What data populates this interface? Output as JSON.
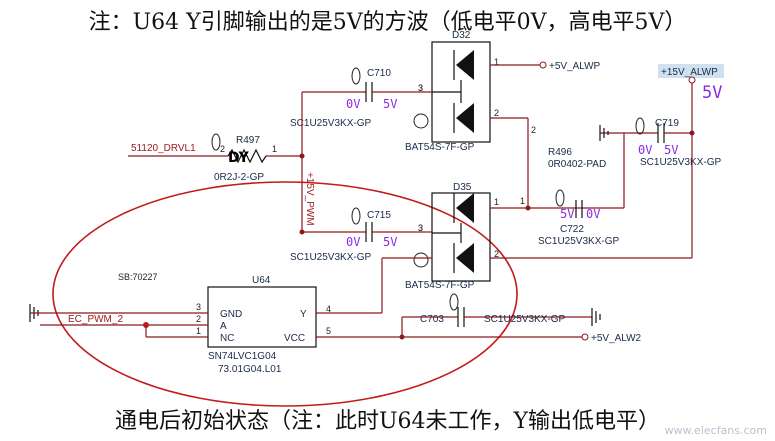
{
  "captions": {
    "top": "注：U64 Y引脚输出的是5V的方波（低电平0V，高电平5V）",
    "bottom": "通电后初始状态（注：此时U64未工作，Y输出低电平）"
  },
  "watermark": "www.elecfans.com",
  "nets": {
    "alwp": "+5V_ALWP",
    "alwp15": "+15V_ALWP",
    "drvl": "51120_DRVL1",
    "pwm15": "+15V_PWM",
    "ecpwm": "EC_PWM_2",
    "alw2": "+5V_ALW2"
  },
  "parts": {
    "d32": {
      "ref": "D32",
      "model": "BAT54S-7F-GP",
      "p1": "1",
      "p2": "2",
      "p3": "3"
    },
    "d35": {
      "ref": "D35",
      "model": "BAT54S-7F-GP",
      "p1": "1",
      "p2": "2",
      "p3": "3"
    },
    "c710": {
      "ref": "C710",
      "model": "SC1U25V3KX-GP",
      "pin": "3"
    },
    "c715": {
      "ref": "C715",
      "model": "SC1U25V3KX-GP",
      "pin": "3"
    },
    "c719": {
      "ref": "C719",
      "model": "SC1U25V3KX-GP"
    },
    "c722": {
      "ref": "C722",
      "model": "SC1U25V3KX-GP"
    },
    "c703": {
      "ref": "C703",
      "model": "SC1U25V3KX-GP"
    },
    "r497": {
      "ref": "R497",
      "model": "0R2J-2-GP",
      "dy": "DY",
      "p1": "1",
      "p2": "2"
    },
    "r496": {
      "ref": "R496",
      "model": "0R0402-PAD",
      "p1": "1",
      "p2": "2"
    },
    "u64": {
      "ref": "U64",
      "model": "SN74LVC1G04",
      "pn": "73.01G04.L01",
      "gnd": "GND",
      "a": "A",
      "nc": "NC",
      "y": "Y",
      "vcc": "VCC",
      "p1": "1",
      "p2": "2",
      "p3": "3",
      "p4": "4",
      "p5": "5"
    }
  },
  "volts": {
    "zero": "0V",
    "five": "5V",
    "big5": "5V"
  },
  "sb": "SB:70227"
}
